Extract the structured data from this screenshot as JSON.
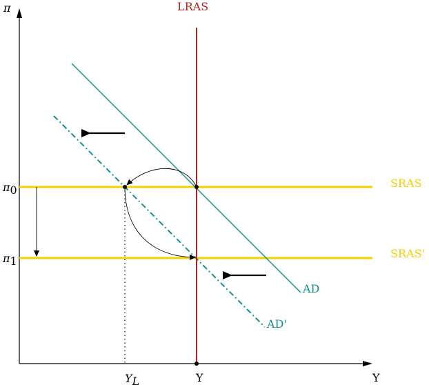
{
  "colors": {
    "axis": "#000000",
    "lras": "#b22222",
    "sras": "#f5d000",
    "ad": "#13908f"
  },
  "labels": {
    "y_axis": "π",
    "x_axis": "Y",
    "lras": "LRAS",
    "sras": "SRAS",
    "sras_prime": "SRAS'",
    "ad": "AD",
    "ad_prime": "AD'",
    "pi0_sym": "π",
    "pi0_sub": "0",
    "pi1_sym": "π",
    "pi1_sub": "1",
    "yl_sym": "Y",
    "yl_sub": "L",
    "y_tick": "Y"
  }
}
